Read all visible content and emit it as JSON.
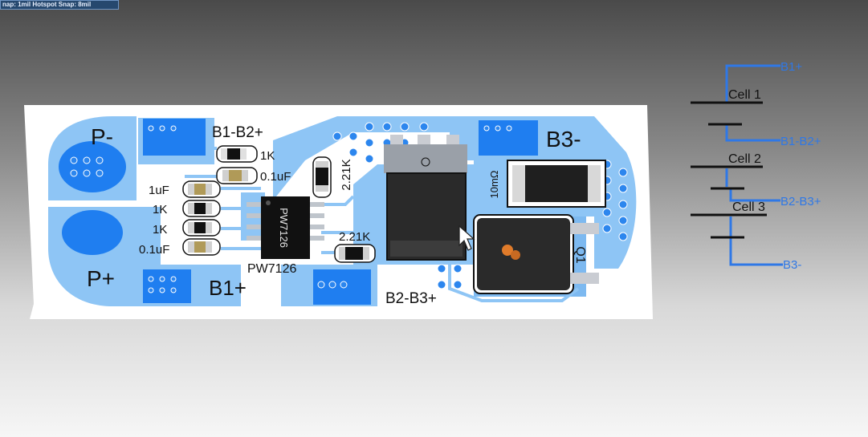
{
  "status_bar": {
    "text": "nap: 1mil Hotspot Snap: 8mil"
  },
  "pcb": {
    "pad_labels": {
      "p_minus": "P-",
      "p_plus": "P+",
      "b1_b2_plus": "B1-B2+",
      "b1_plus": "B1+",
      "b3_minus": "B3-",
      "b2_b3_plus": "B2-B3+"
    },
    "components": {
      "r_1k_top": "1K",
      "c_01uf_top": "0.1uF",
      "c_1uf": "1uF",
      "r_1k_a": "1K",
      "r_1k_b": "1K",
      "c_01uf_bottom": "0.1uF",
      "ic_marking": "PW7126",
      "ic_label": "PW7126",
      "r_221k_vertical": "2.21K",
      "r_221k_horizontal": "2.21K",
      "shunt": "10mΩ",
      "q1": "Q1"
    }
  },
  "schematic": {
    "net_b1_plus": "B1+",
    "net_b1_b2_plus": "B1-B2+",
    "net_b2_b3_plus": "B2-B3+",
    "net_b3_minus": "B3-",
    "cell1": "Cell 1",
    "cell2": "Cell 2",
    "cell3": "Cell 3"
  },
  "colors": {
    "board": "#ffffff",
    "copper": "#8ec5f5",
    "pad_blue": "#1f7ef0",
    "schematic_wire": "#2f78e6",
    "silkscreen": "#111111"
  }
}
